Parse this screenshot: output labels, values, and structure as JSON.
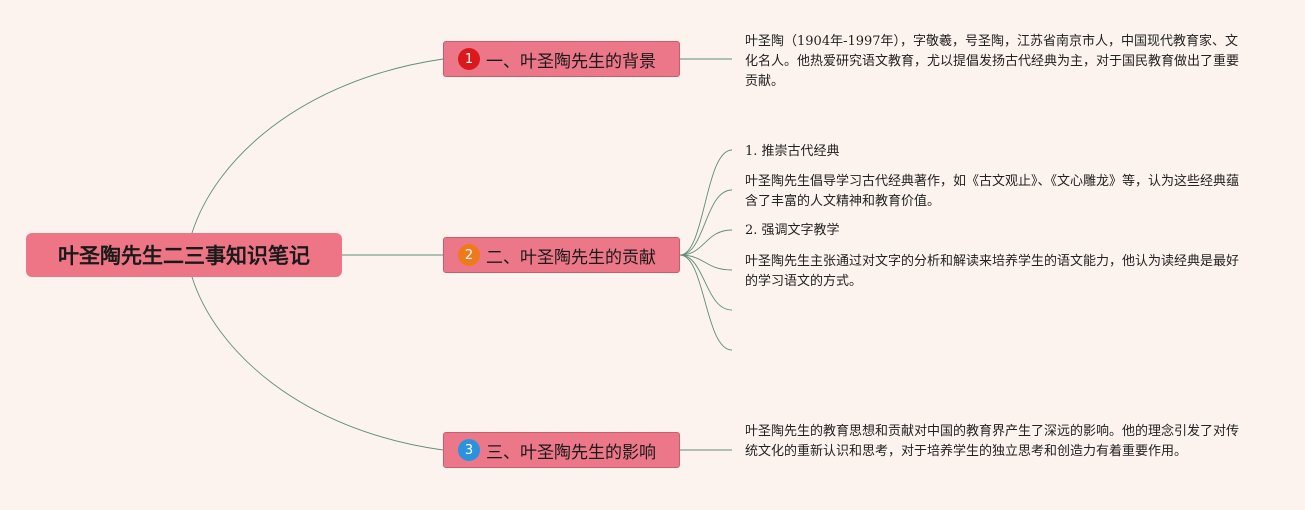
{
  "root": {
    "label": "叶圣陶先生二三事知识笔记"
  },
  "topics": [
    {
      "badge": "1",
      "label": "一、叶圣陶先生的背景"
    },
    {
      "badge": "2",
      "label": "二、叶圣陶先生的贡献"
    },
    {
      "badge": "3",
      "label": "三、叶圣陶先生的影响"
    }
  ],
  "leaves": {
    "background": "叶圣陶（1904年-1997年），字敬羲，号圣陶，江苏省南京市人，中国现代教育家、文化名人。他热爱研究语文教育，尤以提倡发扬古代经典为主，对于国民教育做出了重要贡献。",
    "contrib_1_title": "1. 推崇古代经典",
    "contrib_1_text": "叶圣陶先生倡导学习古代经典著作，如《古文观止》、《文心雕龙》等，认为这些经典蕴含了丰富的人文精神和教育价值。",
    "contrib_2_title": "2. 强调文字教学",
    "contrib_2_text": "叶圣陶先生主张通过对文字的分析和解读来培养学生的语文能力，他认为读经典是最好的学习语文的方式。",
    "influence": "叶圣陶先生的教育思想和贡献对中国的教育界产生了深远的影响。他的理念引发了对传统文化的重新认识和思考，对于培养学生的独立思考和创造力有着重要作用。"
  },
  "colors": {
    "background": "#fdf3ee",
    "node_fill": "#ec7788",
    "link": "#5f8f72",
    "badge_1": "#d9191c",
    "badge_2": "#ef7a1e",
    "badge_3": "#2b93dd"
  }
}
